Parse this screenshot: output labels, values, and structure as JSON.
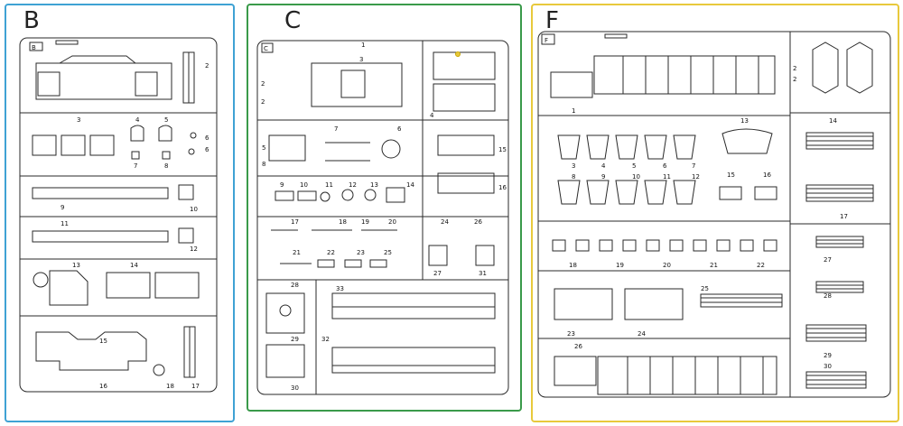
{
  "colors": {
    "panel_b": "#3fa2d4",
    "panel_c": "#3a9a4a",
    "panel_f": "#e8c93c",
    "ink": "#2a2a2a"
  },
  "panels": {
    "b": {
      "letter": "B",
      "frame_tag": "B",
      "part_numbers": [
        "2",
        "3",
        "4",
        "5",
        "6",
        "6",
        "7",
        "8",
        "9",
        "10",
        "11",
        "12",
        "13",
        "14",
        "15",
        "16",
        "17",
        "18"
      ]
    },
    "c": {
      "letter": "C",
      "frame_tag": "C",
      "part_numbers": [
        "1",
        "2",
        "2",
        "3",
        "4",
        "5",
        "6",
        "7",
        "8",
        "9",
        "10",
        "11",
        "12",
        "13",
        "14",
        "15",
        "16",
        "17",
        "18",
        "19",
        "20",
        "21",
        "22",
        "23",
        "24",
        "25",
        "26",
        "27",
        "28",
        "29",
        "30",
        "31",
        "32",
        "33"
      ]
    },
    "f": {
      "letter": "F",
      "frame_tag": "F",
      "part_numbers": [
        "1",
        "2",
        "2",
        "3",
        "4",
        "5",
        "6",
        "7",
        "8",
        "9",
        "10",
        "11",
        "12",
        "13",
        "14",
        "15",
        "16",
        "17",
        "18",
        "19",
        "20",
        "21",
        "22",
        "23",
        "24",
        "25",
        "26",
        "27",
        "28",
        "29",
        "30"
      ]
    }
  }
}
